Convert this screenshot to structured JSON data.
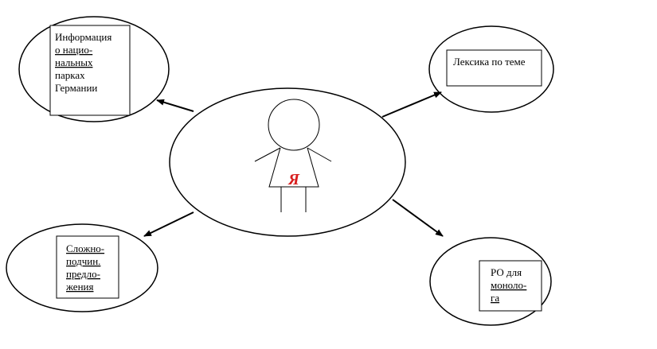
{
  "center": {
    "label": "Я"
  },
  "nodes": {
    "top_left": {
      "lines": [
        "Информация",
        "о нацио-",
        "нальных",
        "парках",
        "Германии"
      ]
    },
    "top_right": {
      "lines": [
        "Лексика по теме"
      ]
    },
    "bottom_left": {
      "lines": [
        "Сложно-",
        "подчин.",
        "предло-",
        "жения"
      ]
    },
    "bottom_right": {
      "lines": [
        "РО для",
        "моноло-",
        "га"
      ]
    }
  },
  "colors": {
    "stroke": "#000000",
    "center_label": "#d81e1e"
  }
}
